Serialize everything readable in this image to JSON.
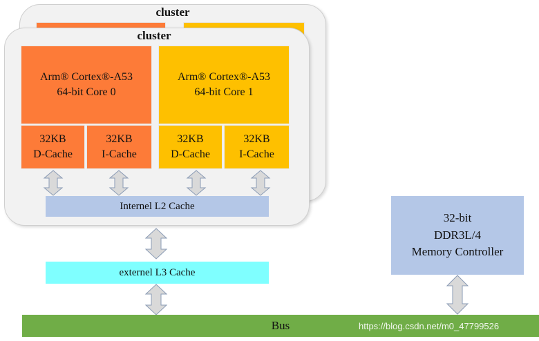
{
  "back_cluster": {
    "title": "cluster"
  },
  "front_cluster": {
    "title": "cluster",
    "core0": {
      "label": "Arm® Cortex®-A53\n64-bit Core 0",
      "color": "#fd7b38"
    },
    "core1": {
      "label": "Arm® Cortex®-A53\n64-bit Core 1",
      "color": "#fec000"
    },
    "caches": [
      {
        "label": "32KB\nD-Cache"
      },
      {
        "label": "32KB\nI-Cache"
      },
      {
        "label": "32KB\nD-Cache"
      },
      {
        "label": "32KB\nI-Cache"
      }
    ],
    "l2": {
      "label": "Internel  L2 Cache",
      "color": "#b4c7e7"
    }
  },
  "l3": {
    "label": "externel  L3 Cache",
    "color": "#7fffff"
  },
  "memory_controller": {
    "label": "32-bit\nDDR3L/4\nMemory Controller",
    "color": "#b4c7e7"
  },
  "bus": {
    "label": "Bus",
    "color": "#70ad47"
  },
  "watermark": "https://blog.csdn.net/m0_47799526"
}
